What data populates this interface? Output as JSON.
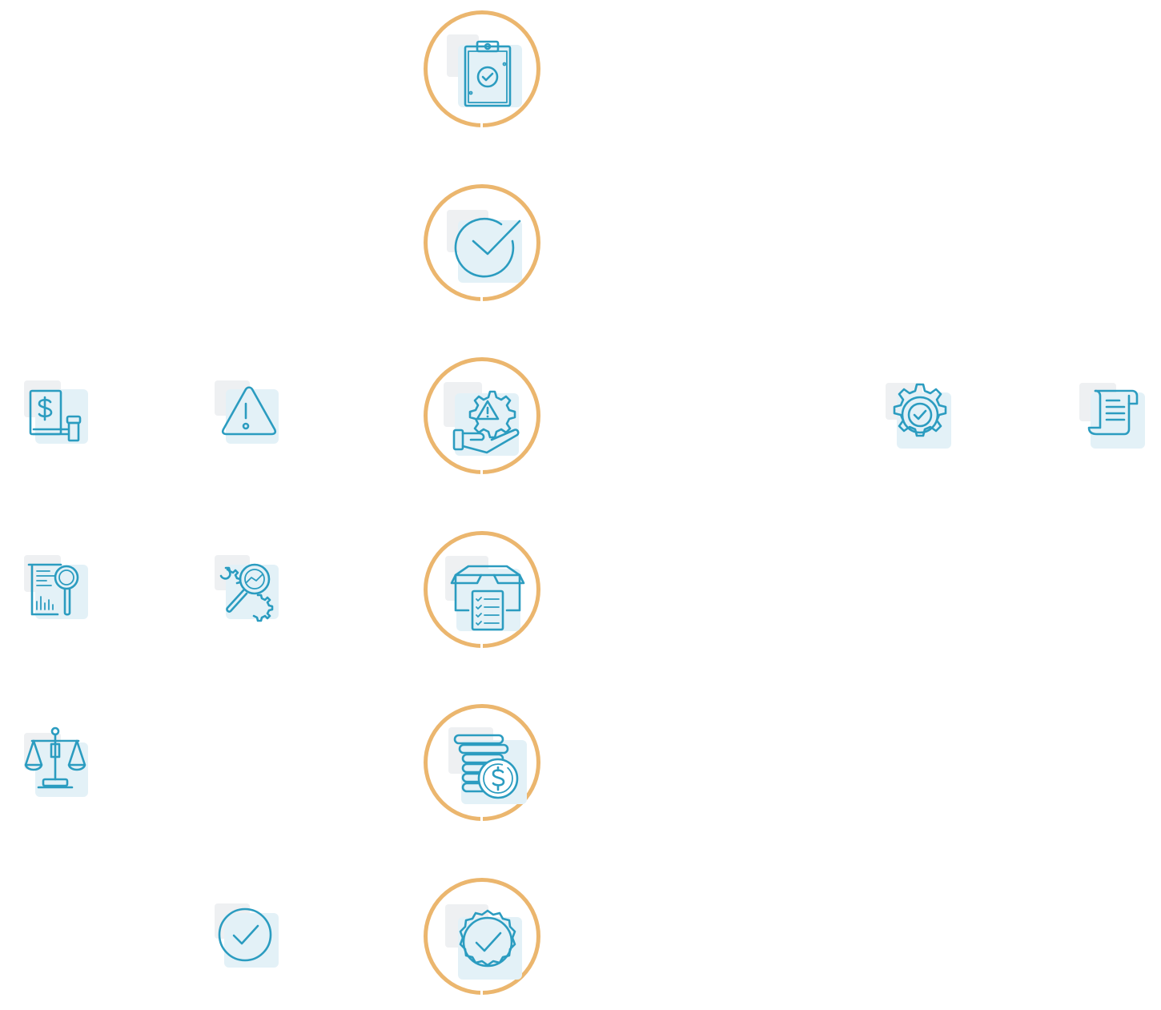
{
  "colors": {
    "accent_ring": "#ebb66e",
    "icon_stroke": "#2b9cc0",
    "icon_bg_grey": "#eef0f2",
    "icon_bg_blue": "#e3f1f7",
    "background": "#ffffff"
  },
  "center_column": [
    {
      "id": "step-1",
      "icon": "clipboard-check-icon"
    },
    {
      "id": "step-2",
      "icon": "circle-check-icon"
    },
    {
      "id": "step-3",
      "icon": "risk-management-hand-gear-warning-icon"
    },
    {
      "id": "step-4",
      "icon": "box-checklist-icon"
    },
    {
      "id": "step-5",
      "icon": "coins-dollar-icon"
    },
    {
      "id": "step-6",
      "icon": "badge-check-icon"
    }
  ],
  "side_icons": [
    {
      "id": "legal-finance",
      "icon": "document-dollar-gavel-icon"
    },
    {
      "id": "warning",
      "icon": "warning-triangle-icon"
    },
    {
      "id": "quality-gear",
      "icon": "gear-check-icon"
    },
    {
      "id": "scroll",
      "icon": "scroll-document-icon"
    },
    {
      "id": "report-analysis",
      "icon": "report-magnifier-icon"
    },
    {
      "id": "gear-analysis",
      "icon": "gear-magnifier-chart-icon"
    },
    {
      "id": "justice",
      "icon": "scales-of-justice-icon"
    },
    {
      "id": "approved",
      "icon": "check-circle-icon"
    }
  ]
}
